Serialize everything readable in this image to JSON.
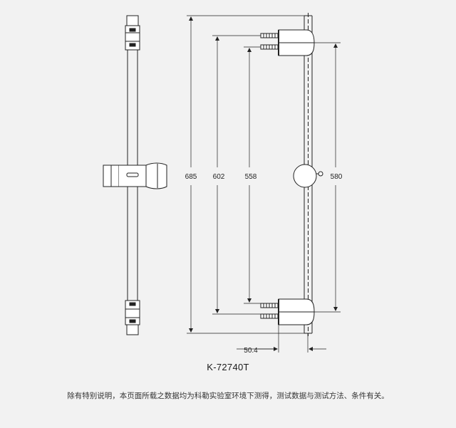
{
  "dimensions": {
    "overall_height": "685",
    "bracket_outer": "602",
    "bracket_inner": "558",
    "bar_length": "580",
    "wall_offset": "50.4"
  },
  "model_number": "K-72740T",
  "disclaimer": "除有特别说明，本页面所载之数据均为科勒实验室环境下测得，测试数据与测试方法、条件有关。"
}
